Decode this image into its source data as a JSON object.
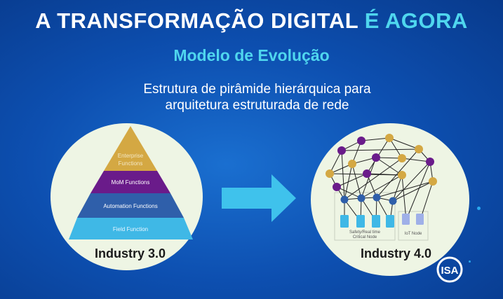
{
  "title": {
    "main": "A TRANSFORMAÇÃO DIGITAL",
    "highlight": "É AGORA"
  },
  "subtitle": "Modelo de Evolução",
  "description": [
    "Estrutura de pirâmide hierárquica para",
    "arquitetura estruturada de rede"
  ],
  "industry3": {
    "label": "Industry 3.0",
    "layers": [
      "Enterprise",
      "Functions",
      "MoM Functions",
      "Automation Functions",
      "Field Function"
    ]
  },
  "industry4": {
    "label": "Industry 4.0",
    "safety_label": [
      "Safety/Real time",
      "Critical Node"
    ],
    "iot_label": "IoT Node"
  },
  "logo": "ISA",
  "colors": {
    "accent": "#4fd6ee",
    "gold": "#d4a843",
    "purple": "#6a1b8a",
    "blue": "#2f5faa",
    "cyan": "#3fb8e6"
  }
}
